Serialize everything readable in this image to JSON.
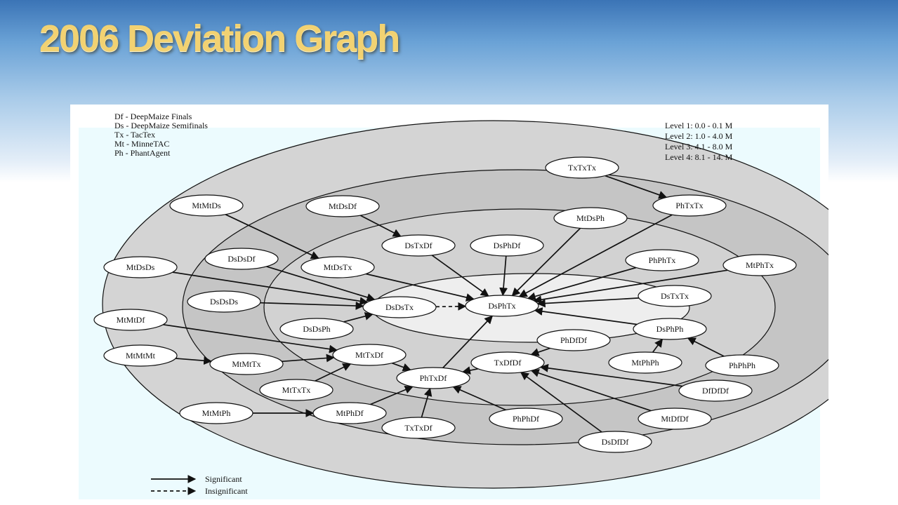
{
  "slide": {
    "title": "2006 Deviation Graph"
  },
  "abbreviations": [
    "Df - DeepMaize Finals",
    "Ds - DeepMaize Semifinals",
    "Tx - TacTex",
    "Mt - MinneTAC",
    "Ph - PhantAgent"
  ],
  "levels": [
    "Level 1: 0.0 - 0.1 M",
    "Level 2: 1.0 - 4.0 M",
    "Level 3: 4.1 - 8.0 M",
    "Level 4: 8.1 - 14. M"
  ],
  "legend": {
    "significant": "Significant",
    "insignificant": "Insignificant"
  },
  "nodes": {
    "TxTxTx": "TxTxTx",
    "PhTxTx": "PhTxTx",
    "MtMtDs": "MtMtDs",
    "MtDsDf": "MtDsDf",
    "MtDsPh": "MtDsPh",
    "DsTxDf": "DsTxDf",
    "DsPhDf": "DsPhDf",
    "DsDsDf": "DsDsDf",
    "PhPhTx": "PhPhTx",
    "MtDsDs": "MtDsDs",
    "MtDsTx": "MtDsTx",
    "MtPhTx": "MtPhTx",
    "DsTxTx": "DsTxTx",
    "DsDsDs": "DsDsDs",
    "DsDsTx": "DsDsTx",
    "DsPhTx": "DsPhTx",
    "MtMtDf": "MtMtDf",
    "DsDsPh": "DsDsPh",
    "DsPhPh": "DsPhPh",
    "PhDfDf": "PhDfDf",
    "MtMtMt": "MtMtMt",
    "MtTxDf": "MtTxDf",
    "MtMtTx": "MtMtTx",
    "TxDfDf": "TxDfDf",
    "MtPhPh": "MtPhPh",
    "PhPhPh": "PhPhPh",
    "PhTxDf": "PhTxDf",
    "MtTxTx": "MtTxTx",
    "DfDfDf": "DfDfDf",
    "MtMtPh": "MtMtPh",
    "MtPhDf": "MtPhDf",
    "PhPhDf": "PhPhDf",
    "MtDfDf": "MtDfDf",
    "TxTxDf": "TxTxDf",
    "DsDfDf": "DsDfDf"
  },
  "edges": [
    {
      "from": "TxTxTx",
      "to": "PhTxTx",
      "significant": true
    },
    {
      "from": "PhTxTx",
      "to": "DsPhTx",
      "significant": true
    },
    {
      "from": "MtDsPh",
      "to": "DsPhTx",
      "significant": true
    },
    {
      "from": "PhPhTx",
      "to": "DsPhTx",
      "significant": true
    },
    {
      "from": "MtPhTx",
      "to": "DsPhTx",
      "significant": true
    },
    {
      "from": "DsTxTx",
      "to": "DsPhTx",
      "significant": true
    },
    {
      "from": "DsPhPh",
      "to": "DsPhTx",
      "significant": true
    },
    {
      "from": "DsPhDf",
      "to": "DsPhTx",
      "significant": true
    },
    {
      "from": "DsTxDf",
      "to": "DsPhTx",
      "significant": true
    },
    {
      "from": "MtDsTx",
      "to": "DsPhTx",
      "significant": true
    },
    {
      "from": "PhTxDf",
      "to": "DsPhTx",
      "significant": true
    },
    {
      "from": "DsDsTx",
      "to": "DsPhTx",
      "significant": false
    },
    {
      "from": "MtDsDf",
      "to": "DsTxDf",
      "significant": true
    },
    {
      "from": "MtMtDs",
      "to": "MtDsTx",
      "significant": true
    },
    {
      "from": "MtDsDs",
      "to": "DsDsTx",
      "significant": true
    },
    {
      "from": "DsDsDf",
      "to": "DsDsTx",
      "significant": true
    },
    {
      "from": "DsDsDs",
      "to": "DsDsTx",
      "significant": true
    },
    {
      "from": "DsDsPh",
      "to": "DsDsTx",
      "significant": true
    },
    {
      "from": "MtMtDf",
      "to": "MtTxDf",
      "significant": true
    },
    {
      "from": "MtMtMt",
      "to": "MtMtTx",
      "significant": true
    },
    {
      "from": "MtMtTx",
      "to": "MtTxDf",
      "significant": true
    },
    {
      "from": "MtTxTx",
      "to": "MtTxDf",
      "significant": true
    },
    {
      "from": "MtTxDf",
      "to": "PhTxDf",
      "significant": true
    },
    {
      "from": "TxDfDf",
      "to": "PhTxDf",
      "significant": true
    },
    {
      "from": "PhDfDf",
      "to": "TxDfDf",
      "significant": true
    },
    {
      "from": "DfDfDf",
      "to": "TxDfDf",
      "significant": true
    },
    {
      "from": "MtDfDf",
      "to": "TxDfDf",
      "significant": true
    },
    {
      "from": "DsDfDf",
      "to": "TxDfDf",
      "significant": true
    },
    {
      "from": "MtPhPh",
      "to": "DsPhPh",
      "significant": true
    },
    {
      "from": "PhPhPh",
      "to": "DsPhPh",
      "significant": true
    },
    {
      "from": "MtMtPh",
      "to": "MtPhDf",
      "significant": true
    },
    {
      "from": "MtPhDf",
      "to": "PhTxDf",
      "significant": true
    },
    {
      "from": "TxTxDf",
      "to": "PhTxDf",
      "significant": true
    },
    {
      "from": "PhPhDf",
      "to": "PhTxDf",
      "significant": true
    }
  ],
  "colors": {
    "level4_ring": "#d4d4d4",
    "level3_ring": "#c5c5c5",
    "level2_ring": "#d2d2d2",
    "level1_core": "#eeeeee",
    "background_panel": "#ecfbfe",
    "title": "#f2d272"
  }
}
